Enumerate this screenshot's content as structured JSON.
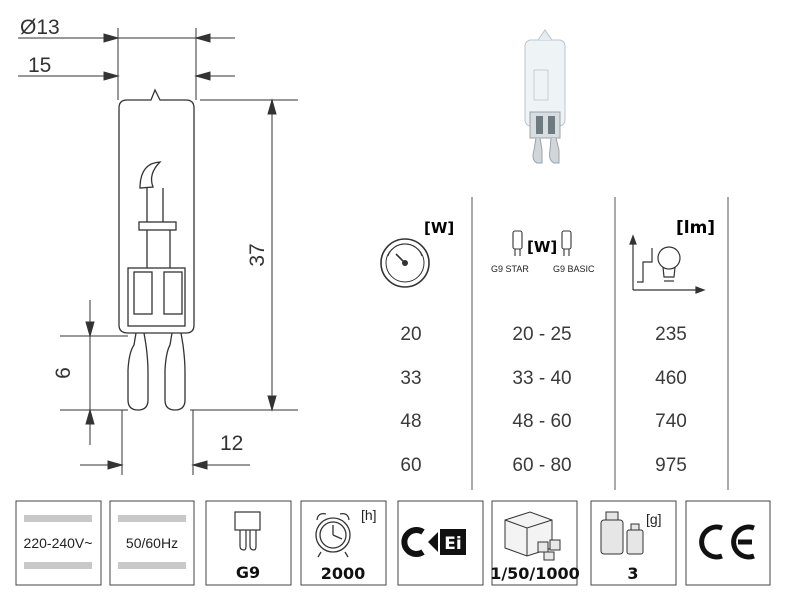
{
  "drawing": {
    "dim_diameter": "Ø13",
    "dim_width": "15",
    "dim_height": "37",
    "dim_pin_length": "6",
    "dim_pin_spacing": "12"
  },
  "table": {
    "col1_unit": "[W]",
    "col2_unit": "[W]",
    "col2_left_label": "G9 STAR",
    "col2_right_label": "G9 BASIC",
    "col3_unit": "[lm]",
    "rows": [
      [
        "20",
        "20 - 25",
        "235"
      ],
      [
        "33",
        "33 - 40",
        "460"
      ],
      [
        "48",
        "48 - 60",
        "740"
      ],
      [
        "60",
        "60 - 80",
        "975"
      ]
    ]
  },
  "badges": {
    "voltage": "220-240V~",
    "frequency": "50/60Hz",
    "socket": "G9",
    "lifetime_unit": "[h]",
    "lifetime": "2000",
    "packaging": "1/50/1000",
    "weight_unit": "[g]",
    "weight": "3"
  },
  "icons": {
    "energy_class_icon": "CEi-mark-icon",
    "ce_icon": "ce-mark-icon"
  }
}
